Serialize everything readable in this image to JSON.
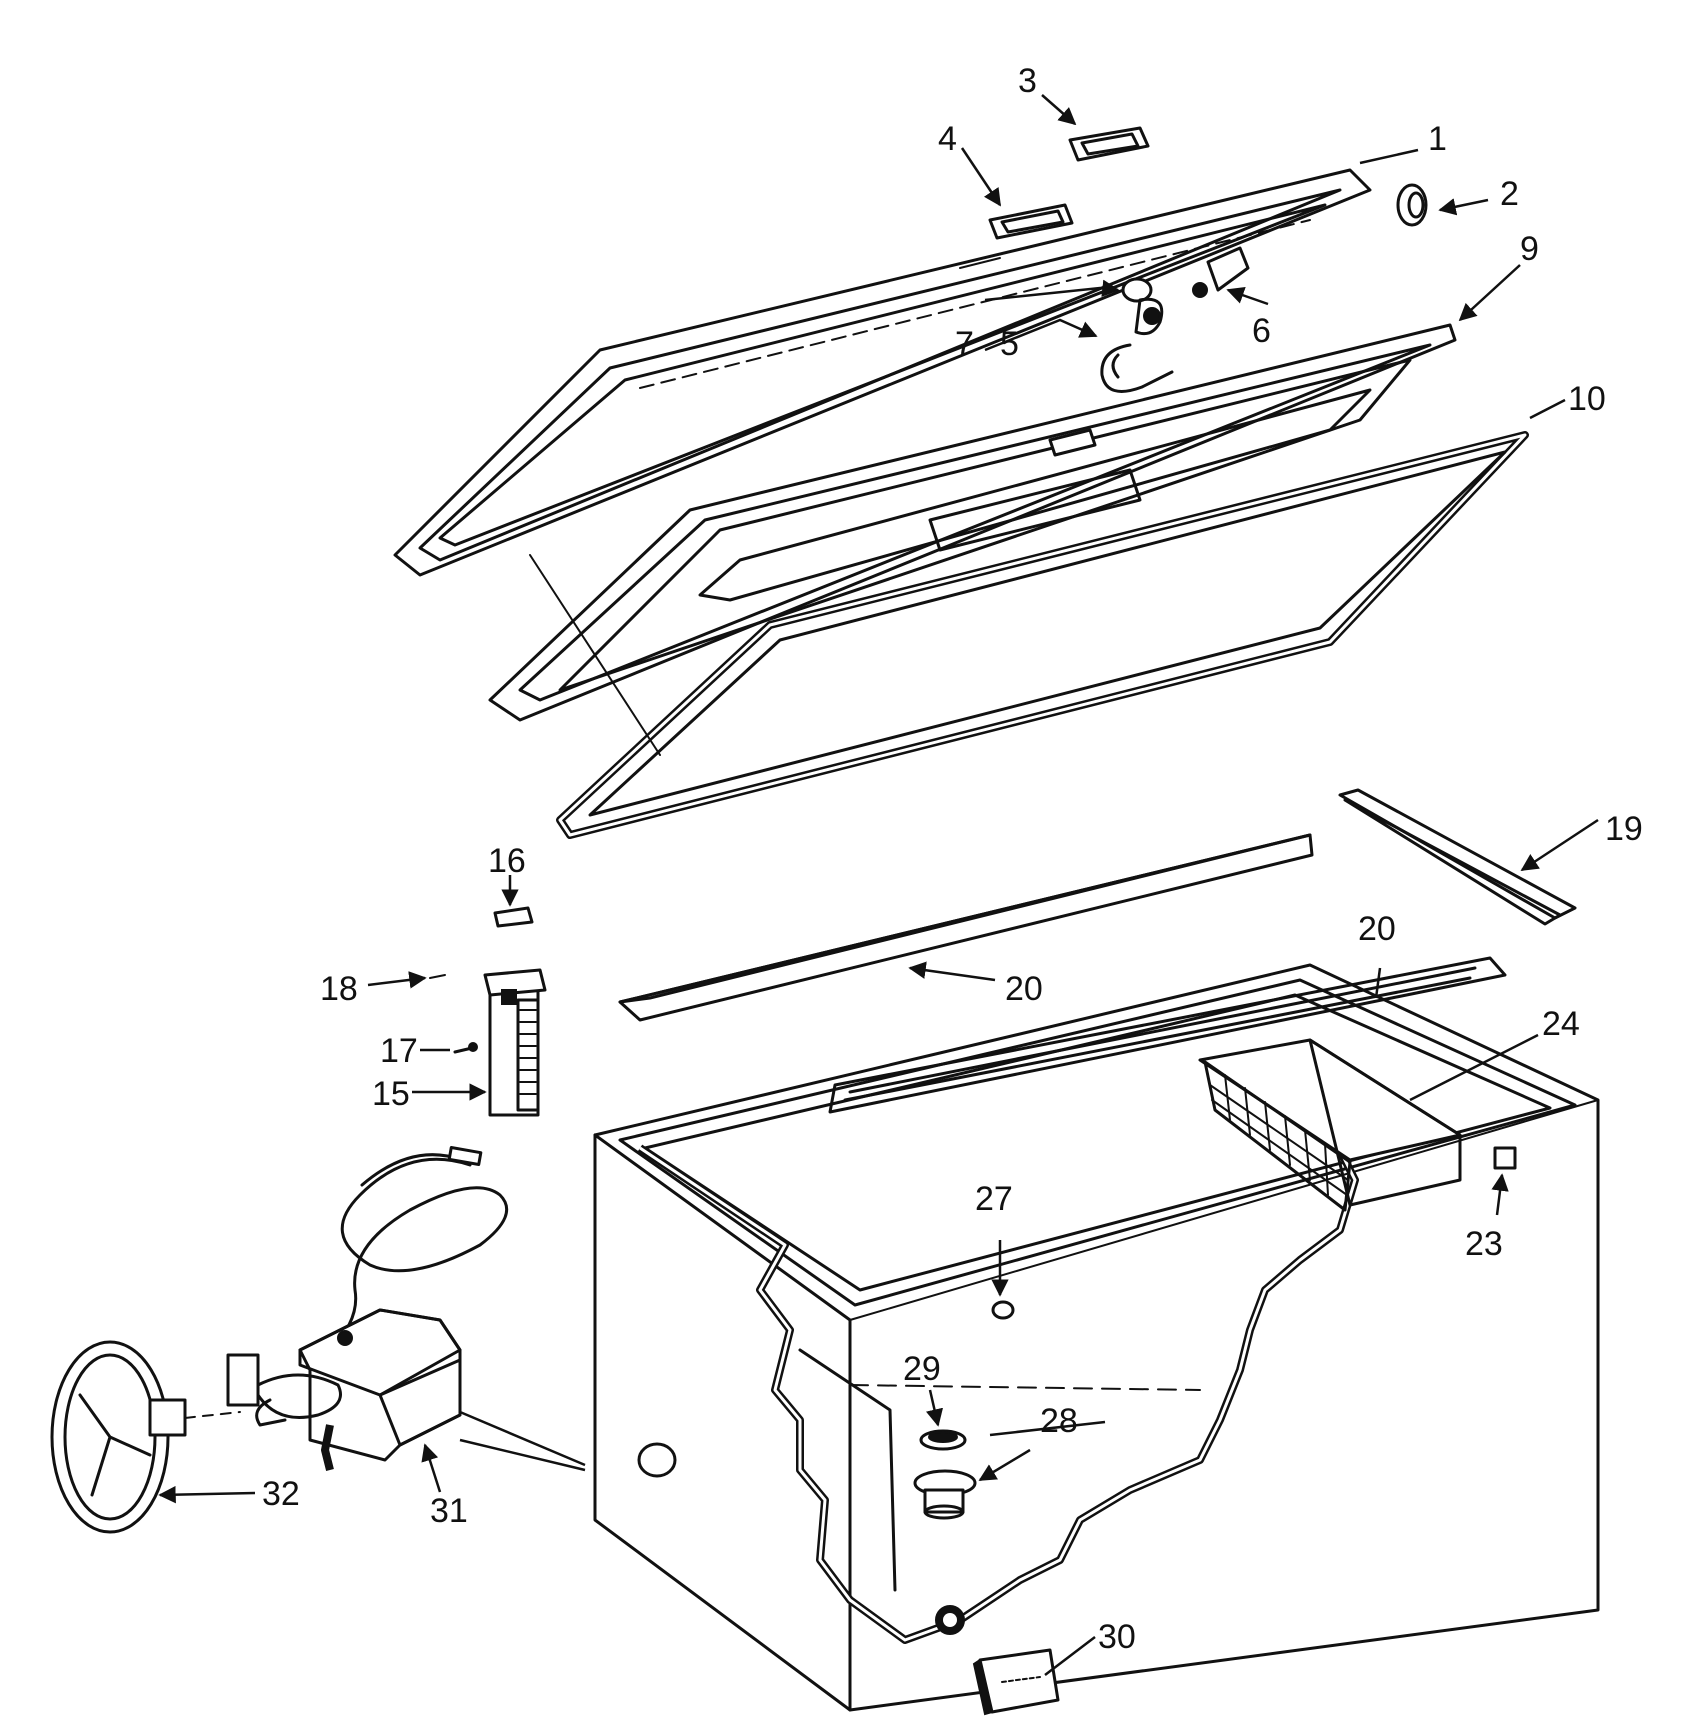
{
  "labels": {
    "l1": "1",
    "l2": "2",
    "l3": "3",
    "l4": "4",
    "l5": "5",
    "l6": "6",
    "l7": "7",
    "l9": "9",
    "l10": "10",
    "l15": "15",
    "l16": "16",
    "l17": "17",
    "l18": "18",
    "l19": "19",
    "l20a": "20",
    "l20b": "20",
    "l23": "23",
    "l24": "24",
    "l27": "27",
    "l28": "28",
    "l29": "29",
    "l30": "30",
    "l31": "31",
    "l32": "32"
  },
  "colors": {
    "ink": "#111111",
    "paper": "#ffffff"
  }
}
